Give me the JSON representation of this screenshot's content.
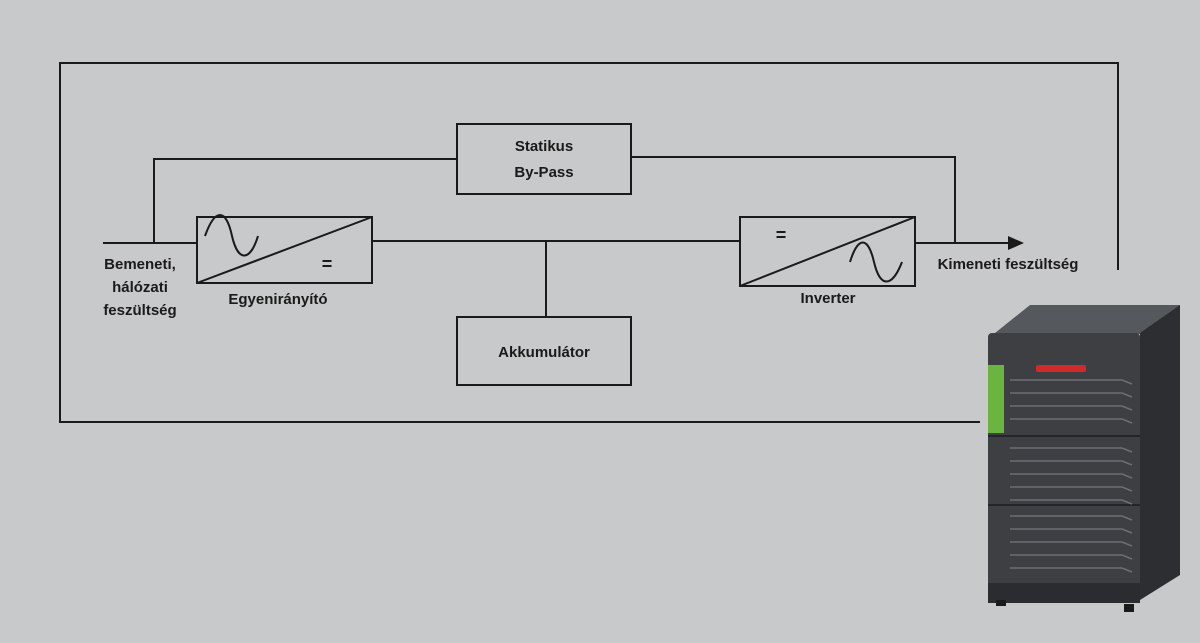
{
  "blocks": {
    "bypass": [
      "Statikus",
      "By-Pass"
    ],
    "rectifier": "Egyenirányító",
    "inverter": "Inverter",
    "battery": "Akkumulátor"
  },
  "labels": {
    "input": [
      "Bemeneti,",
      "hálózati",
      "feszültség"
    ],
    "output": "Kimeneti feszültség"
  },
  "symbols": {
    "dc": "="
  },
  "colors": {
    "background": "#c8c9ca",
    "line": "#1a1a1a",
    "cabinet_body": "#3d3f42",
    "cabinet_accent_green": "#6db33f",
    "cabinet_accent_red": "#d12a2a"
  }
}
